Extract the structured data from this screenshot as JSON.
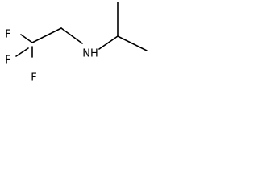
{
  "molecule": {
    "labels": {
      "f1": "F",
      "f2": "F",
      "f3": "F",
      "nh": "NH"
    }
  }
}
